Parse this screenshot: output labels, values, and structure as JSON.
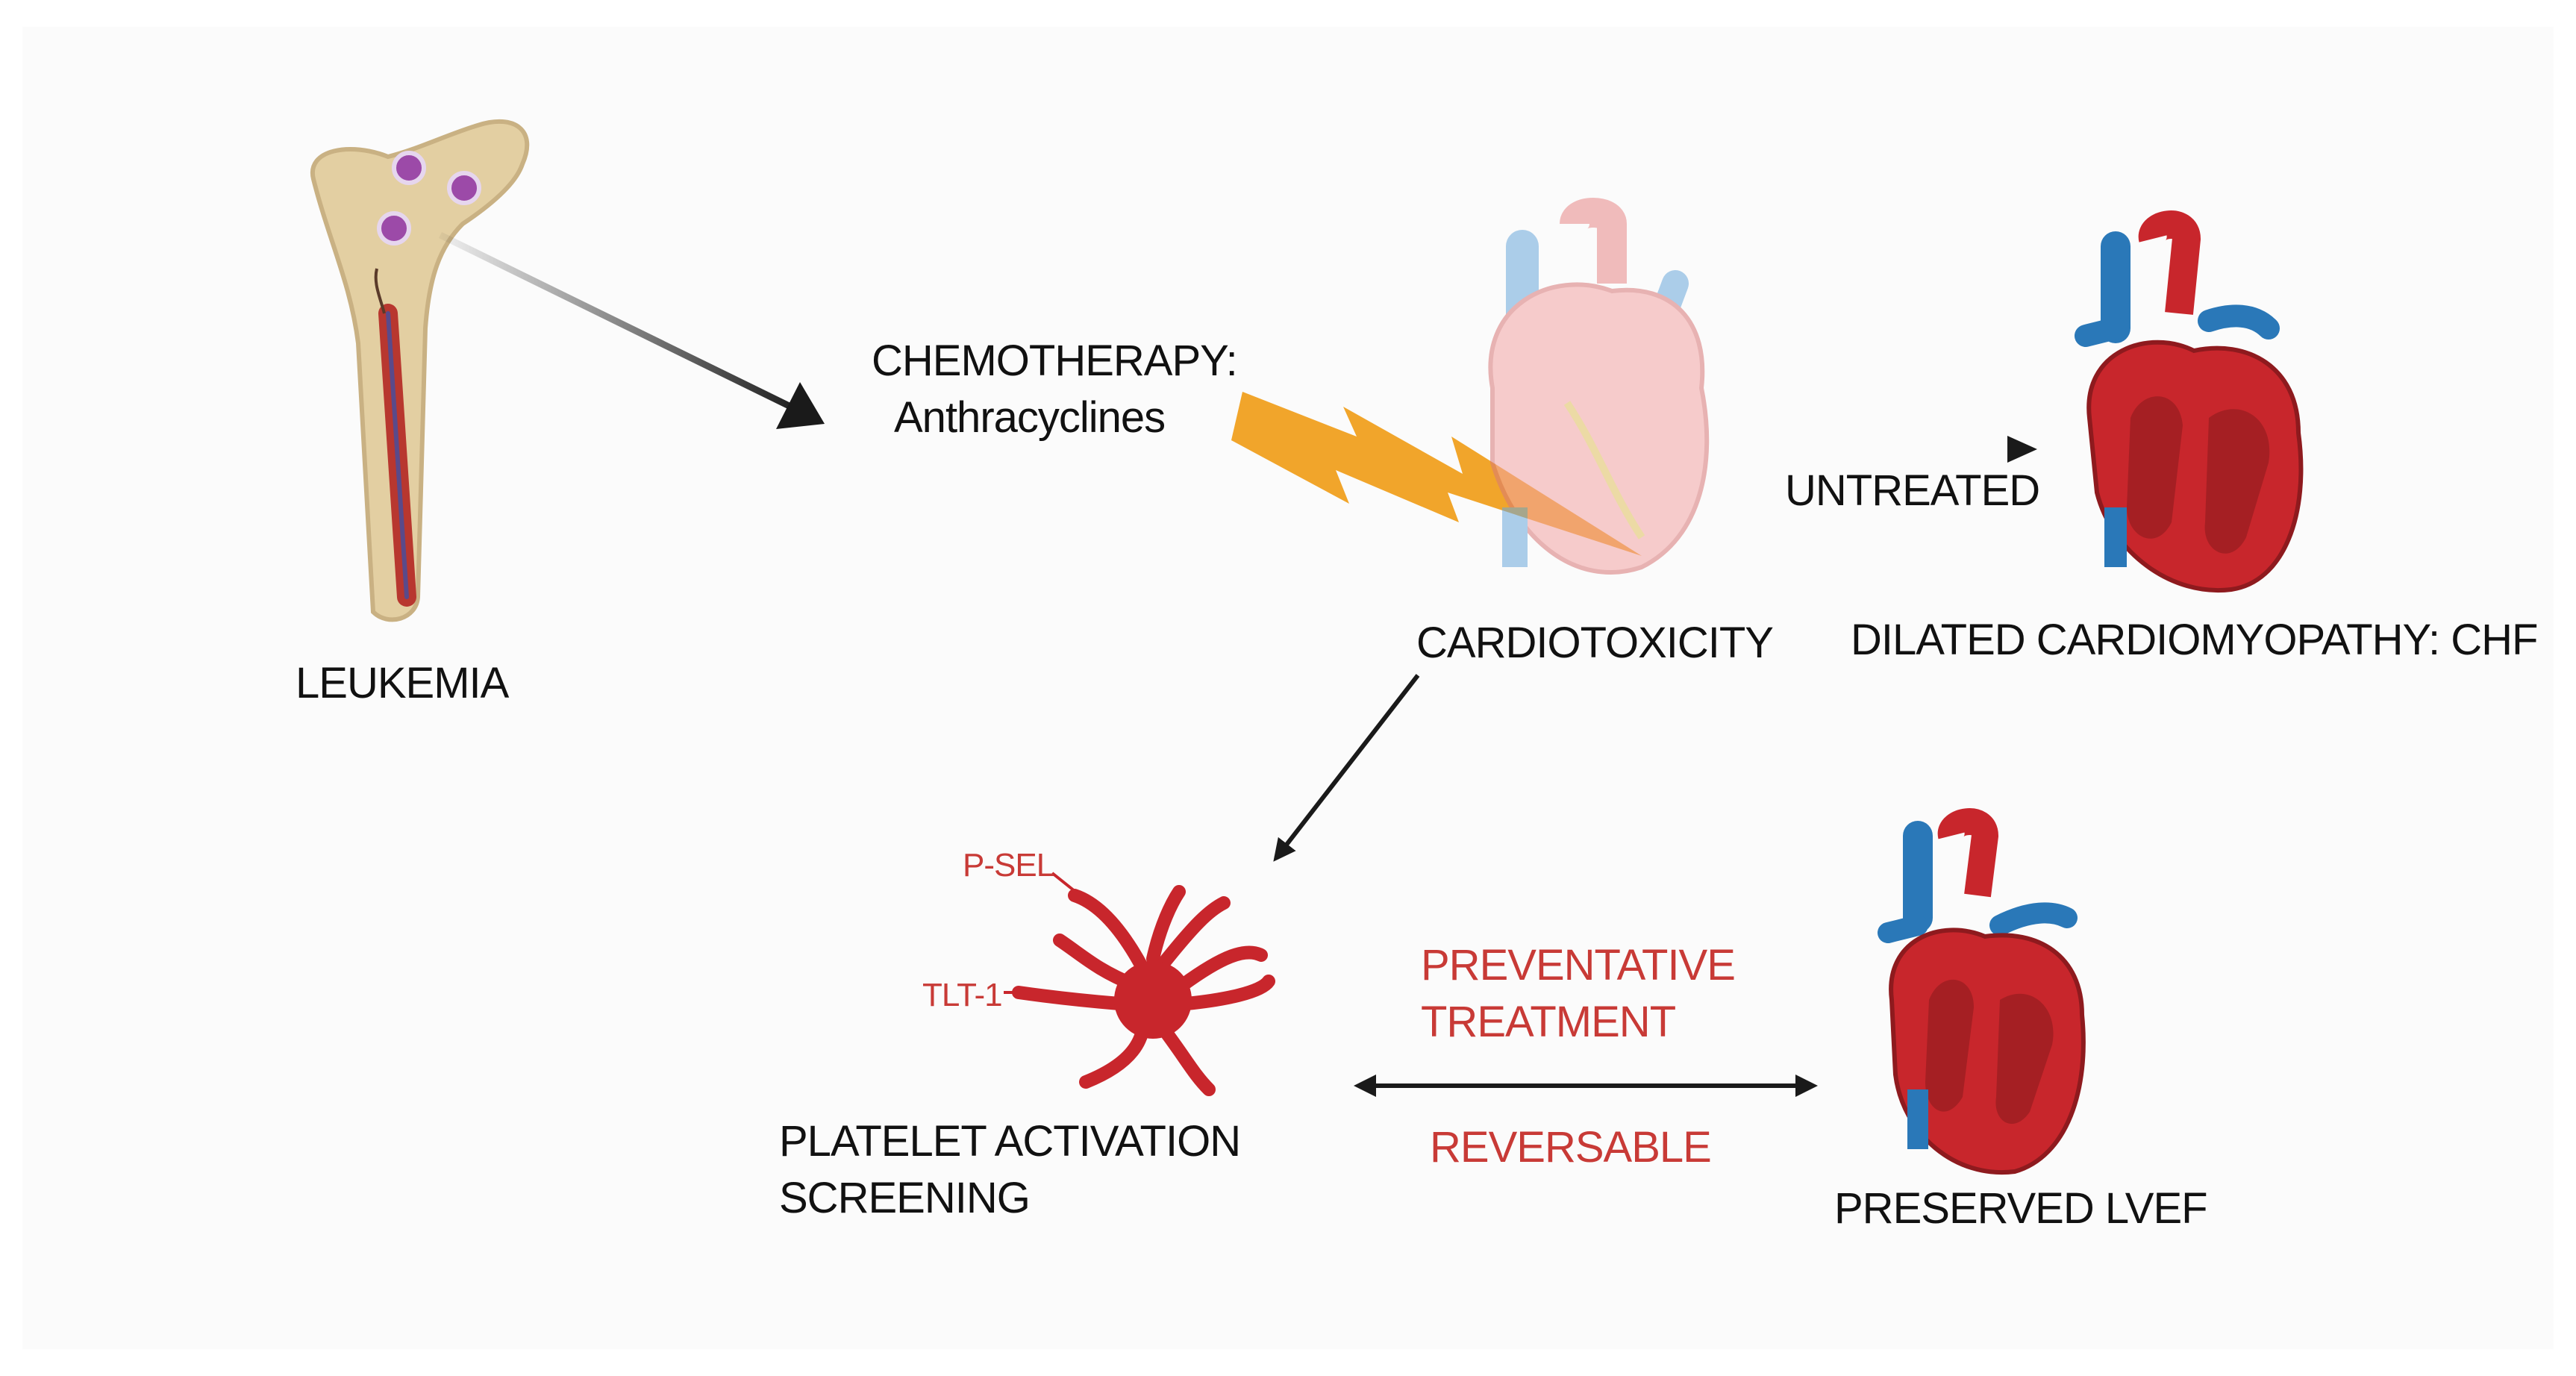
{
  "diagram": {
    "leukemia": "LEUKEMIA",
    "chemotherapy": {
      "line1": "CHEMOTHERAPY:",
      "line2": "Anthracyclines"
    },
    "cardiotoxicity": "CARDIOTOXICITY",
    "untreated": "UNTREATED",
    "dilated": "DILATED CARDIOMYOPATHY: CHF",
    "platelet": {
      "marker1": "P-SEL",
      "marker2": "TLT-1",
      "line1": "PLATELET ACTIVATION",
      "line2": "SCREENING"
    },
    "preventative": {
      "line1": "PREVENTATIVE",
      "line2": "TREATMENT"
    },
    "reversable": "REVERSABLE",
    "preserved": "PRESERVED LVEF"
  },
  "colors": {
    "text": "#111111",
    "accent_red": "#c83a36",
    "lightning": "#f0a020",
    "bone": "#e3cfa2",
    "blood_red": "#c8262c",
    "vein_blue": "#2a78b8"
  }
}
